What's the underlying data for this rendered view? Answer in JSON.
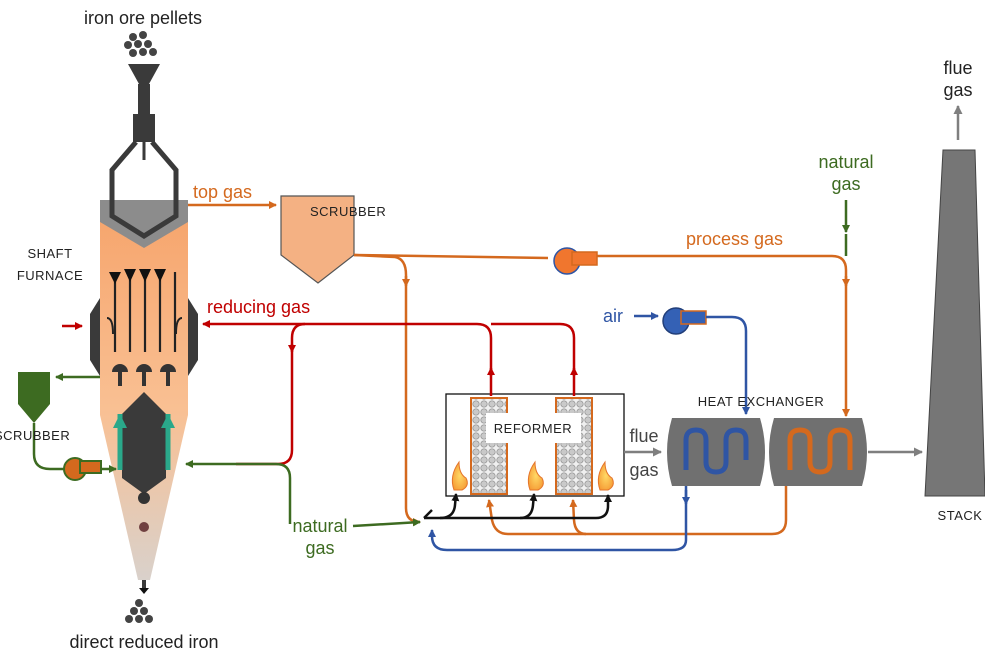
{
  "labels": {
    "ore_pellets": "iron ore pellets",
    "direct_reduced_iron": "direct reduced iron",
    "shaft_furnace_1": "SHAFT",
    "shaft_furnace_2": "FURNACE",
    "top_gas": "top gas",
    "scrubber_top": "SCRUBBER",
    "scrubber_left": "SCRUBBER",
    "reducing_gas": "reducing gas",
    "process_gas": "process gas",
    "natural_gas_top_1": "natural",
    "natural_gas_top_2": "gas",
    "natural_gas_bottom_1": "natural",
    "natural_gas_bottom_2": "gas",
    "air": "air",
    "reformer": "REFORMER",
    "heat_exchanger": "HEAT EXCHANGER",
    "flue_gas_mid_1": "flue",
    "flue_gas_mid_2": "gas",
    "flue_gas_top_1": "flue",
    "flue_gas_top_2": "gas",
    "stack": "STACK"
  },
  "colors": {
    "top_gas": "#d4691e",
    "process_gas": "#d4691e",
    "reducing_gas": "#c00000",
    "natural_gas": "#3d6b21",
    "air": "#2f55a4",
    "flue_gas": "#7f7f7f",
    "furnace_gradient_top": "#f8b07a",
    "scrubber_fill": "#f4b183",
    "equipment_dark": "#3a3a3a",
    "stack_fill": "#767676"
  }
}
